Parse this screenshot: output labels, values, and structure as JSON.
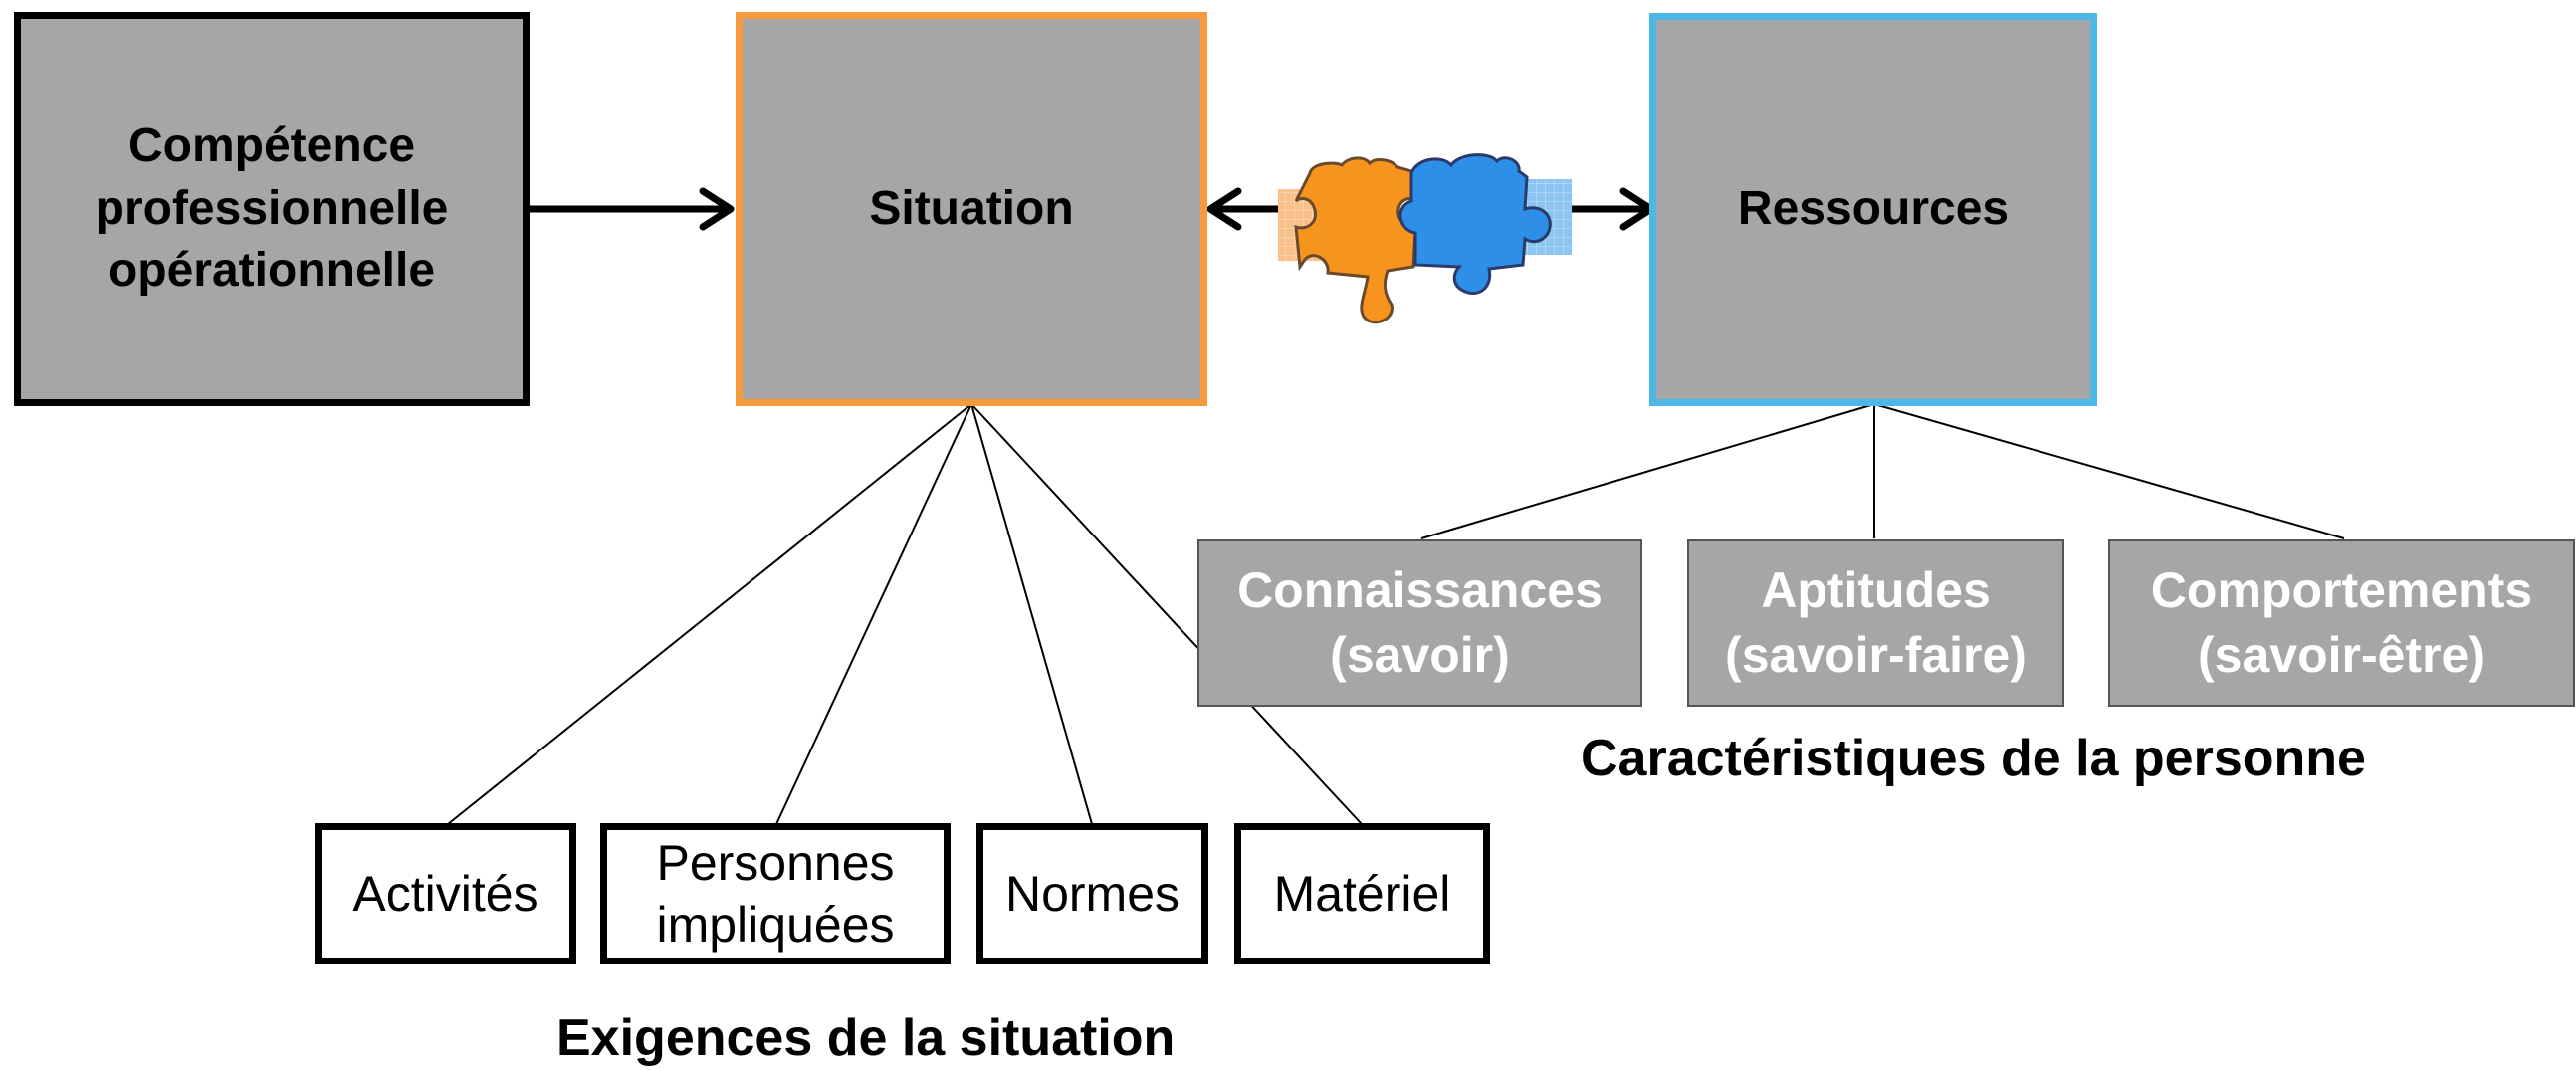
{
  "nodes": {
    "competence": "Compétence\nprofessionnelle\nopérationnelle",
    "situation": "Situation",
    "ressources": "Ressources"
  },
  "resources": [
    {
      "id": "connaissances",
      "label": "Connaissances\n(savoir)"
    },
    {
      "id": "aptitudes",
      "label": "Aptitudes\n(savoir-faire)"
    },
    {
      "id": "comportements",
      "label": "Comportements\n(savoir-être)"
    }
  ],
  "requirements": [
    {
      "id": "activites",
      "label": "Activités"
    },
    {
      "id": "personnes",
      "label": "Personnes\nimpliquées"
    },
    {
      "id": "normes",
      "label": "Normes"
    },
    {
      "id": "materiel",
      "label": "Matériel"
    }
  ],
  "captions": {
    "resources": "Caractéristiques de la personne",
    "requirements": "Exigences de la situation"
  },
  "colors": {
    "box_fill": "#a6a6a6",
    "situation_border": "#f79a3e",
    "ressources_border": "#4db8e6",
    "puzzle_orange": "#f7941e",
    "puzzle_blue": "#2e8fe8"
  },
  "icons": {
    "puzzle": "puzzle-pieces-icon"
  }
}
